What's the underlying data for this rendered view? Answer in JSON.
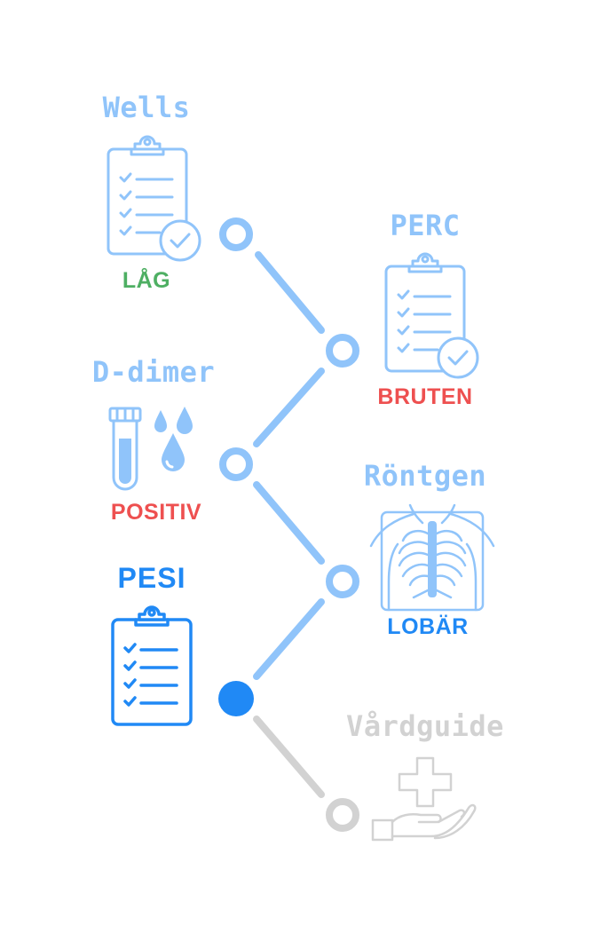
{
  "colors": {
    "done": "#90c4fa",
    "active": "#2089f5",
    "pending": "#d2d2d2",
    "green": "#4eaf63",
    "red": "#ee5050"
  },
  "steps": [
    {
      "title": "Wells",
      "result": "LÅG",
      "result_color": "green",
      "status": "done",
      "icon": "clipboard-check-icon"
    },
    {
      "title": "PERC",
      "result": "BRUTEN",
      "result_color": "red",
      "status": "done",
      "icon": "clipboard-check-icon"
    },
    {
      "title": "D-dimer",
      "result": "POSITIV",
      "result_color": "red",
      "status": "done",
      "icon": "blood-test-tube-icon"
    },
    {
      "title": "Röntgen",
      "result": "LOBÄR",
      "result_color": "active",
      "status": "done",
      "icon": "chest-xray-icon"
    },
    {
      "title": "PESI",
      "result": "",
      "status": "active",
      "icon": "clipboard-icon"
    },
    {
      "title": "Vårdguide",
      "result": "",
      "status": "pending",
      "icon": "care-hand-icon"
    }
  ]
}
